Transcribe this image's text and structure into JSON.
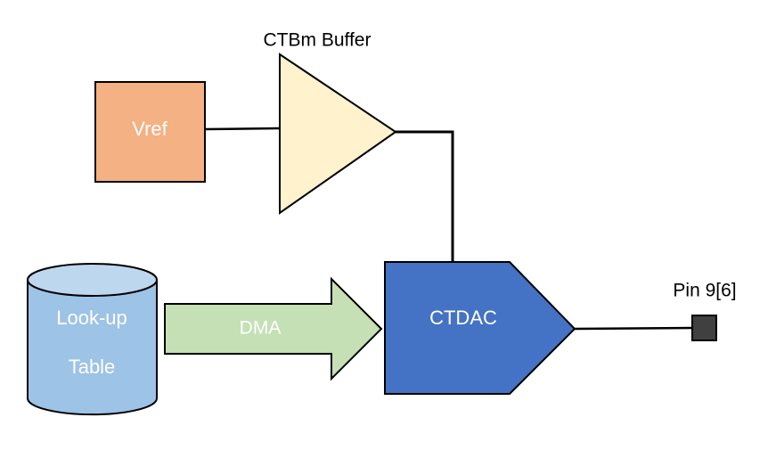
{
  "diagram": {
    "vref_label": "Vref",
    "buffer_label": "CTBm Buffer",
    "dac_label": "CTDAC",
    "dma_label": "DMA",
    "lookup_line1": "Look-up",
    "lookup_line2": "Table",
    "pin_label": "Pin 9[6]"
  },
  "colors": {
    "vref_fill": "#f4b183",
    "buffer_fill": "#fff2cc",
    "dac_fill": "#4472c4",
    "dma_fill": "#c5e0b4",
    "db_fill": "#9dc3e6",
    "db_top": "#bdd7ee",
    "pin_fill": "#404040",
    "stroke": "#000000",
    "line": "#000000"
  }
}
